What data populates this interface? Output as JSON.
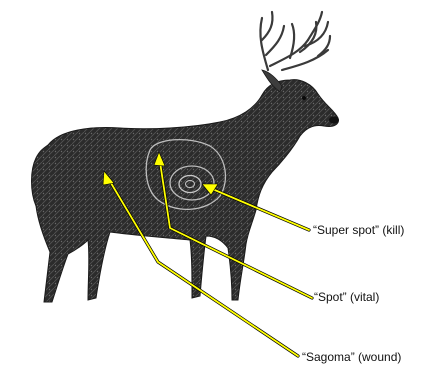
{
  "labels": {
    "super_spot": "“Super spot” (kill)",
    "spot": "“Spot” (vital)",
    "sagoma": "“Sagoma” (wound)"
  },
  "colors": {
    "arrow_yellow": "#ffff00",
    "arrow_outline": "#000000",
    "deer": "#2a2a2a",
    "background": "#ffffff"
  },
  "icons": {
    "deer": "deer-target-icon"
  }
}
